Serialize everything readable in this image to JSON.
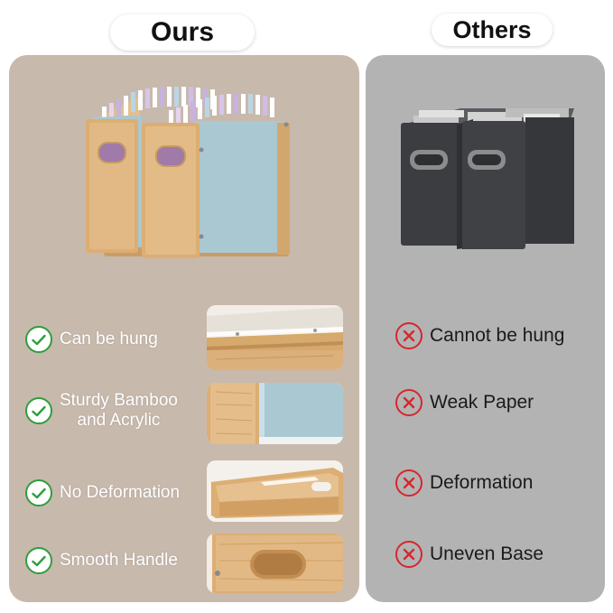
{
  "headers": {
    "ours": "Ours",
    "others": "Others"
  },
  "features": [
    {
      "label": "Can be hung",
      "icon": "check-icon"
    },
    {
      "label": "Sturdy Bamboo\nand Acrylic",
      "icon": "check-icon"
    },
    {
      "label": "No Deformation",
      "icon": "check-icon"
    },
    {
      "label": "Smooth Handle",
      "icon": "check-icon"
    }
  ],
  "drawbacks": [
    {
      "label": "Cannot be hung",
      "icon": "x-icon"
    },
    {
      "label": "Weak Paper",
      "icon": "x-icon"
    },
    {
      "label": "Deformation",
      "icon": "x-icon"
    },
    {
      "label": "Uneven Base",
      "icon": "x-icon"
    }
  ],
  "colors": {
    "ours_panel": "#c8b9ad",
    "others_panel": "#b3b3b3",
    "check": "#2e9e3c",
    "cross": "#d6272c",
    "bamboo": "#d9ae74",
    "acrylic_blue": "#a9c8d2",
    "black_box": "#3b3d40"
  }
}
